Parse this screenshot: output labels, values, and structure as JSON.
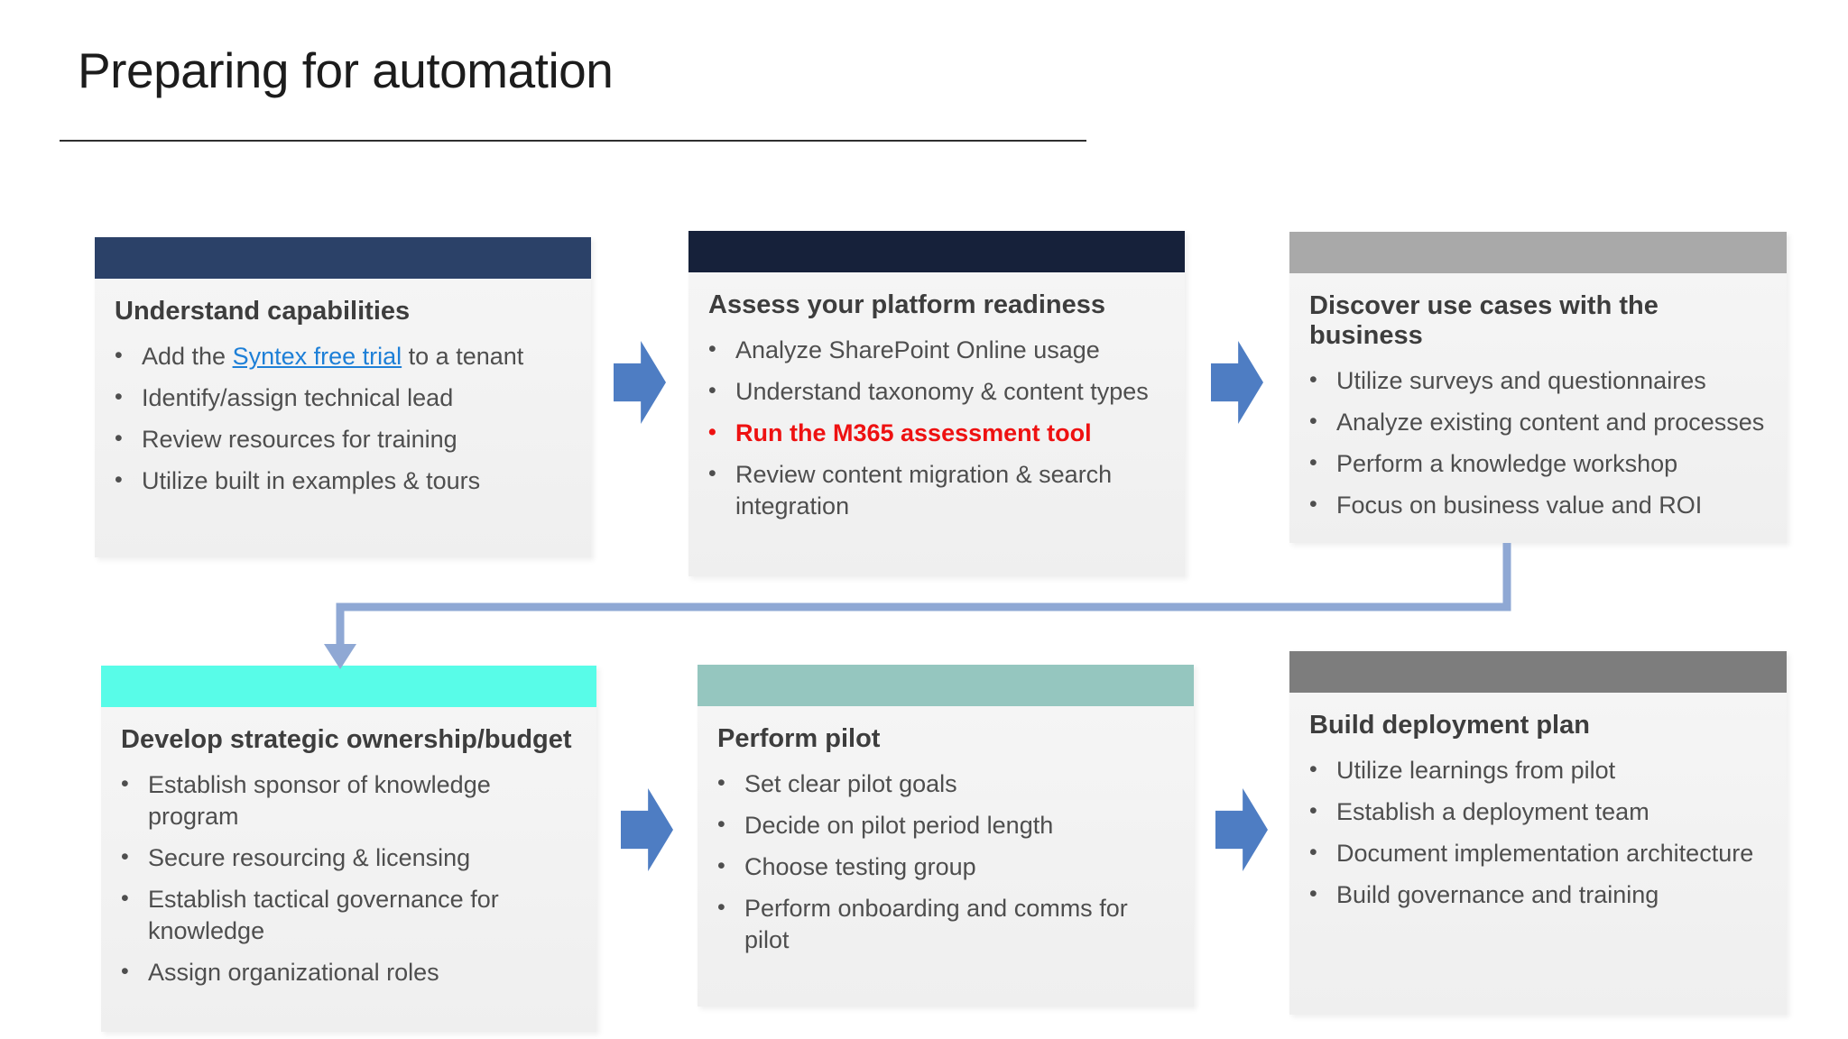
{
  "slide": {
    "title": "Preparing for automation"
  },
  "colors": {
    "arrow_blue": "#4e7dc3",
    "connector_blue": "#8fa8d4",
    "link_blue": "#1d7fd7",
    "emphasis_red": "#ee1111"
  },
  "boxes": [
    {
      "key": "understand-capabilities",
      "header_color": "#2b4168",
      "title": "Understand capabilities",
      "bullets": [
        {
          "text_before": "Add the ",
          "link_text": "Syntex free trial",
          "text_after": " to a tenant"
        },
        {
          "text": "Identify/assign technical lead"
        },
        {
          "text": "Review resources for training"
        },
        {
          "text": "Utilize built in examples & tours"
        }
      ]
    },
    {
      "key": "assess-platform-readiness",
      "header_color": "#16213a",
      "title": "Assess your platform readiness",
      "bullets": [
        {
          "text": "Analyze SharePoint Online usage"
        },
        {
          "text": "Understand taxonomy & content types"
        },
        {
          "text": "Run the M365 assessment tool",
          "style": "red"
        },
        {
          "text": "Review content migration & search integration"
        }
      ]
    },
    {
      "key": "discover-use-cases",
      "header_color": "#a9a9a9",
      "title": "Discover use cases with the business",
      "bullets": [
        {
          "text": "Utilize surveys and questionnaires"
        },
        {
          "text": "Analyze existing content and processes"
        },
        {
          "text": "Perform a knowledge workshop"
        },
        {
          "text": "Focus on business value and ROI"
        }
      ]
    },
    {
      "key": "develop-strategic-ownership-budget",
      "header_color": "#58fce8",
      "title": "Develop strategic ownership/budget",
      "bullets": [
        {
          "text": "Establish sponsor of knowledge program"
        },
        {
          "text": "Secure resourcing & licensing"
        },
        {
          "text": "Establish tactical governance for knowledge"
        },
        {
          "text": "Assign organizational roles"
        }
      ]
    },
    {
      "key": "perform-pilot",
      "header_color": "#95c6bf",
      "title": "Perform pilot",
      "bullets": [
        {
          "text": "Set clear pilot goals"
        },
        {
          "text": "Decide on pilot period length"
        },
        {
          "text": "Choose testing group"
        },
        {
          "text": "Perform onboarding and comms for pilot"
        }
      ]
    },
    {
      "key": "build-deployment-plan",
      "header_color": "#7d7d7d",
      "title": "Build deployment plan",
      "bullets": [
        {
          "text": "Utilize learnings from pilot"
        },
        {
          "text": "Establish a deployment team"
        },
        {
          "text": "Document implementation architecture"
        },
        {
          "text": "Build governance and training"
        }
      ]
    }
  ]
}
